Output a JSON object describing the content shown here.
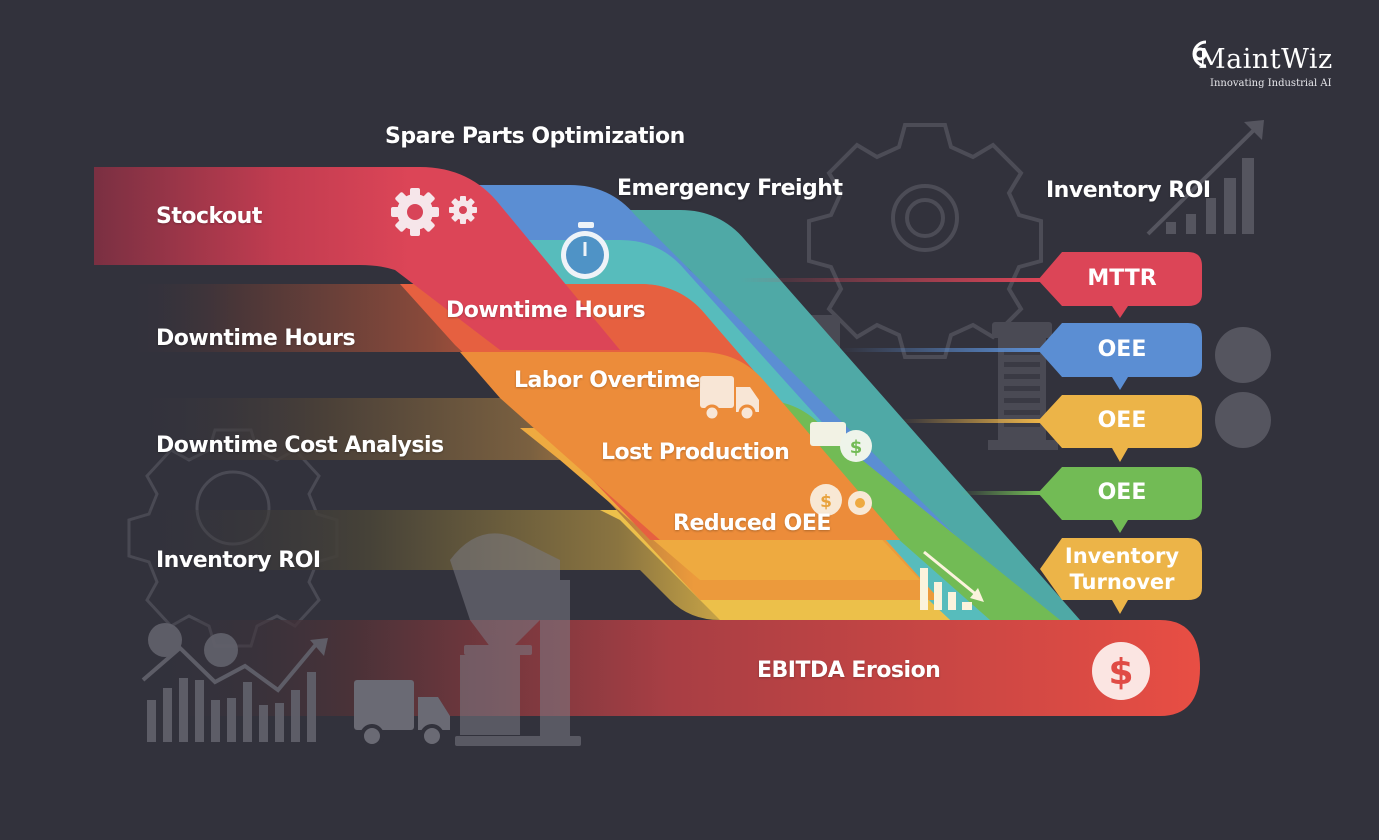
{
  "logo": {
    "name": "MaintWiz",
    "tagline": "Innovating Industrial AI"
  },
  "colors": {
    "background": "#32323c",
    "red": "#dc4557",
    "blue": "#5b8ed3",
    "teal": "#4fb5b2",
    "orange_red": "#e66040",
    "orange": "#ec8c3a",
    "amber": "#eeaa40",
    "yellow": "#ecc04a",
    "green": "#72bb55",
    "ebitda_red": "#e04b45",
    "ghost_icon": "#5e5e68"
  },
  "top_labels": {
    "spare_parts": "Spare Parts Optimization",
    "emergency_freight": "Emergency Freight",
    "inventory_roi": "Inventory ROI"
  },
  "left_labels": {
    "stockout": "Stockout",
    "downtime_hours": "Downtime Hours",
    "downtime_cost": "Downtime Cost Analysis",
    "inventory_roi": "Inventory ROI"
  },
  "band_labels": {
    "downtime_hours": "Downtime Hours",
    "labor_overtime": "Labor Overtime",
    "lost_production": "Lost Production",
    "reduced_oee": "Reduced OEE"
  },
  "kpi_tags": [
    {
      "label": "MTTR",
      "color": "#dc4557"
    },
    {
      "label": "OEE",
      "color": "#5b8ed3"
    },
    {
      "label": "OEE",
      "color": "#ecb448"
    },
    {
      "label": "OEE",
      "color": "#72bb55"
    },
    {
      "label": "Inventory Turnover",
      "color": "#ecb448"
    }
  ],
  "ebitda": {
    "label": "EBITDA Erosion",
    "icon": "dollar-icon"
  },
  "icons": {
    "stockout": "gears-icon",
    "spare_parts": "stopwatch-icon",
    "labor_overtime": "truck-icon",
    "lost_production": "money-gear-icon",
    "reduced_oee": "dollar-gears-icon",
    "oee_decline": "declining-chart-icon"
  }
}
